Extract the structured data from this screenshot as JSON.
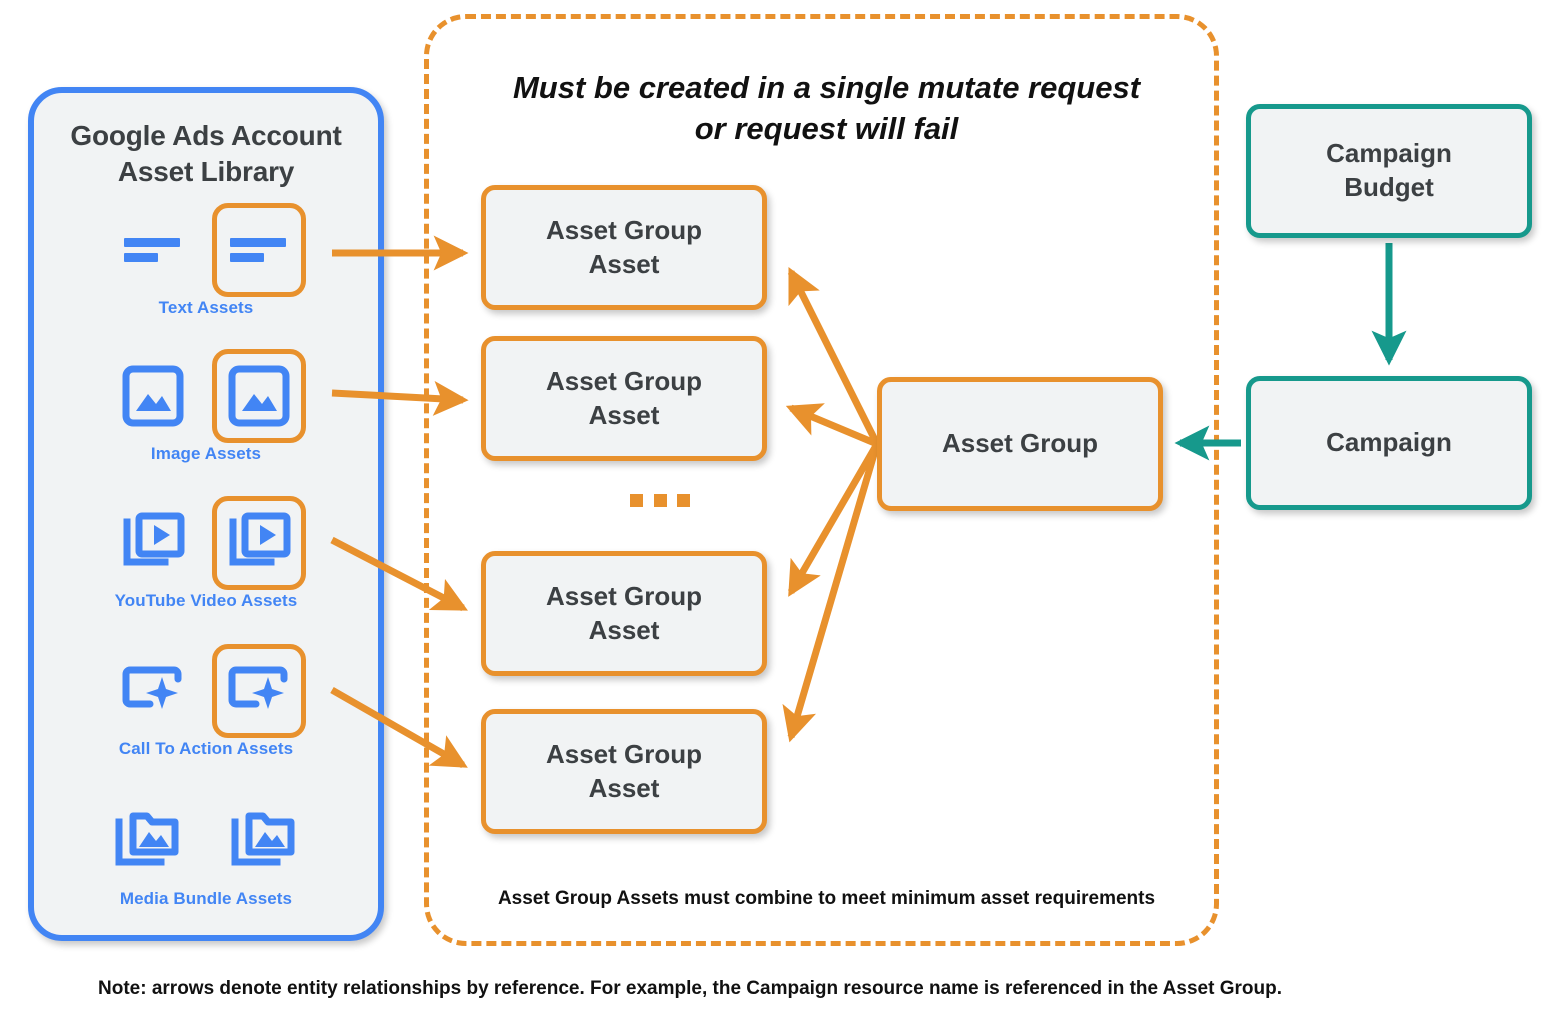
{
  "colors": {
    "orange": "#E8912D",
    "blue": "#4285F4",
    "teal": "#16998C",
    "node_fill": "#F1F3F4",
    "text_dark": "#3C4043",
    "text_black": "#111111"
  },
  "asset_library": {
    "title": "Google Ads Account\nAsset Library",
    "title_line1": "Google Ads Account",
    "title_line2": "Asset Library",
    "rows": [
      {
        "caption": "Text Assets",
        "icon": "text-lines-icon",
        "highlighted_index": 1,
        "count": 2
      },
      {
        "caption": "Image Assets",
        "icon": "image-icon",
        "highlighted_index": 1,
        "count": 2
      },
      {
        "caption": "YouTube Video  Assets",
        "icon": "video-stack-play-icon",
        "highlighted_index": 1,
        "count": 2
      },
      {
        "caption": "Call To Action Assets",
        "icon": "call-to-action-sparkle-icon",
        "highlighted_index": 1,
        "count": 2
      },
      {
        "caption": "Media Bundle  Assets",
        "icon": "media-bundle-folder-icon",
        "highlighted_index": -1,
        "count": 2
      }
    ]
  },
  "mutate_container": {
    "note_line1": "Must be created in a single mutate request",
    "note_line2": "or request will fail",
    "bottom_note": "Asset Group Assets must combine to meet minimum asset requirements",
    "ellipsis": "..."
  },
  "nodes": {
    "asset_group_asset_1": "Asset Group\nAsset",
    "asset_group_asset_1_l1": "Asset Group",
    "asset_group_asset_1_l2": "Asset",
    "asset_group_asset_2_l1": "Asset Group",
    "asset_group_asset_2_l2": "Asset",
    "asset_group_asset_3_l1": "Asset Group",
    "asset_group_asset_3_l2": "Asset",
    "asset_group_asset_4_l1": "Asset Group",
    "asset_group_asset_4_l2": "Asset",
    "asset_group": "Asset Group",
    "campaign_budget_l1": "Campaign",
    "campaign_budget_l2": "Budget",
    "campaign": "Campaign"
  },
  "footer": {
    "note": "Note: arrows denote entity relationships by reference. For example, the Campaign resource name is referenced in the Asset Group."
  },
  "edges": [
    {
      "from": "text-asset-icon",
      "to": "asset-group-asset-1",
      "color": "#E8912D"
    },
    {
      "from": "image-asset-icon",
      "to": "asset-group-asset-2",
      "color": "#E8912D"
    },
    {
      "from": "youtube-asset-icon",
      "to": "asset-group-asset-3",
      "color": "#E8912D"
    },
    {
      "from": "call-to-action-asset-icon",
      "to": "asset-group-asset-4",
      "color": "#E8912D"
    },
    {
      "from": "asset-group",
      "to": "asset-group-asset-1",
      "color": "#E8912D"
    },
    {
      "from": "asset-group",
      "to": "asset-group-asset-2",
      "color": "#E8912D"
    },
    {
      "from": "asset-group",
      "to": "asset-group-asset-3",
      "color": "#E8912D"
    },
    {
      "from": "asset-group",
      "to": "asset-group-asset-4",
      "color": "#E8912D"
    },
    {
      "from": "campaign-budget",
      "to": "campaign",
      "color": "#16998C"
    },
    {
      "from": "campaign",
      "to": "asset-group",
      "color": "#16998C"
    }
  ]
}
